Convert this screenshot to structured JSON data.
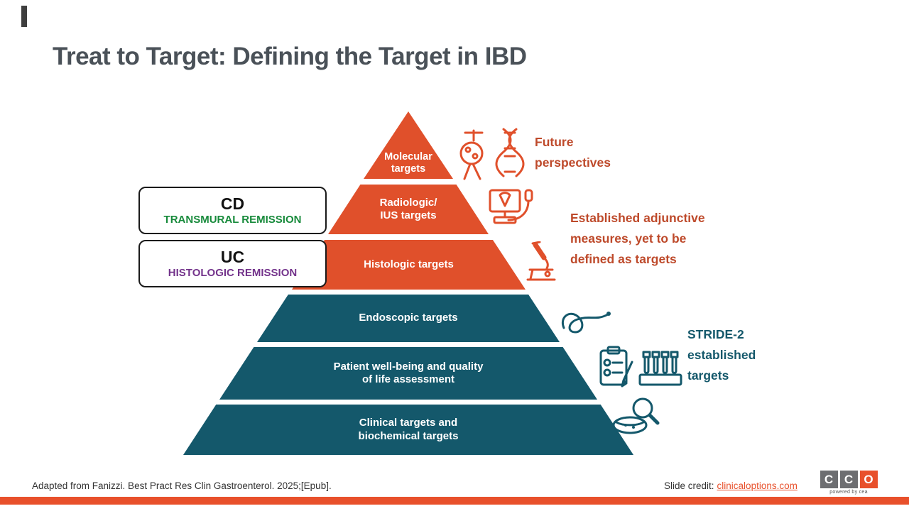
{
  "slide": {
    "title": "Treat to Target: Defining the Target in IBD"
  },
  "pyramid": {
    "levels": [
      {
        "label": "Molecular\ntargets",
        "color": "#E0502B"
      },
      {
        "label": "Radiologic/\nIUS targets",
        "color": "#E0502B"
      },
      {
        "label": "Histologic targets",
        "color": "#E0502B"
      },
      {
        "label": "Endoscopic targets",
        "color": "#14586B"
      },
      {
        "label": "Patient well-being and quality\nof life assessment",
        "color": "#14586B"
      },
      {
        "label": "Clinical targets and\nbiochemical targets",
        "color": "#14586B"
      }
    ]
  },
  "callouts": [
    {
      "title": "CD",
      "subtitle": "TRANSMURAL REMISSION",
      "subtitle_color": "#178A3B"
    },
    {
      "title": "UC",
      "subtitle": "HISTOLOGIC REMISSION",
      "subtitle_color": "#73338B"
    }
  ],
  "annotations": [
    {
      "text": "Future\nperspectives",
      "color": "#BE4A2B"
    },
    {
      "text": "Established adjunctive\nmeasures, yet to be\ndefined as targets",
      "color": "#BE4A2B"
    },
    {
      "text": "STRIDE-2\nestablished\ntargets",
      "color": "#14586B"
    }
  ],
  "icons": [
    "molecule-analysis-icon",
    "dna-icon",
    "ultrasound-icon",
    "microscope-icon",
    "endoscope-icon",
    "clipboard-icon",
    "test-tubes-icon",
    "petri-dish-magnifier-icon"
  ],
  "footer": {
    "citation": "Adapted from Fanizzi. Best Pract Res Clin Gastroenterol. 2025;[Epub].",
    "credit_label": "Slide credit:",
    "credit_link": "clinicaloptions.com"
  },
  "logo": {
    "letters": [
      "C",
      "C",
      "O"
    ],
    "tagline": "powered by cea"
  }
}
